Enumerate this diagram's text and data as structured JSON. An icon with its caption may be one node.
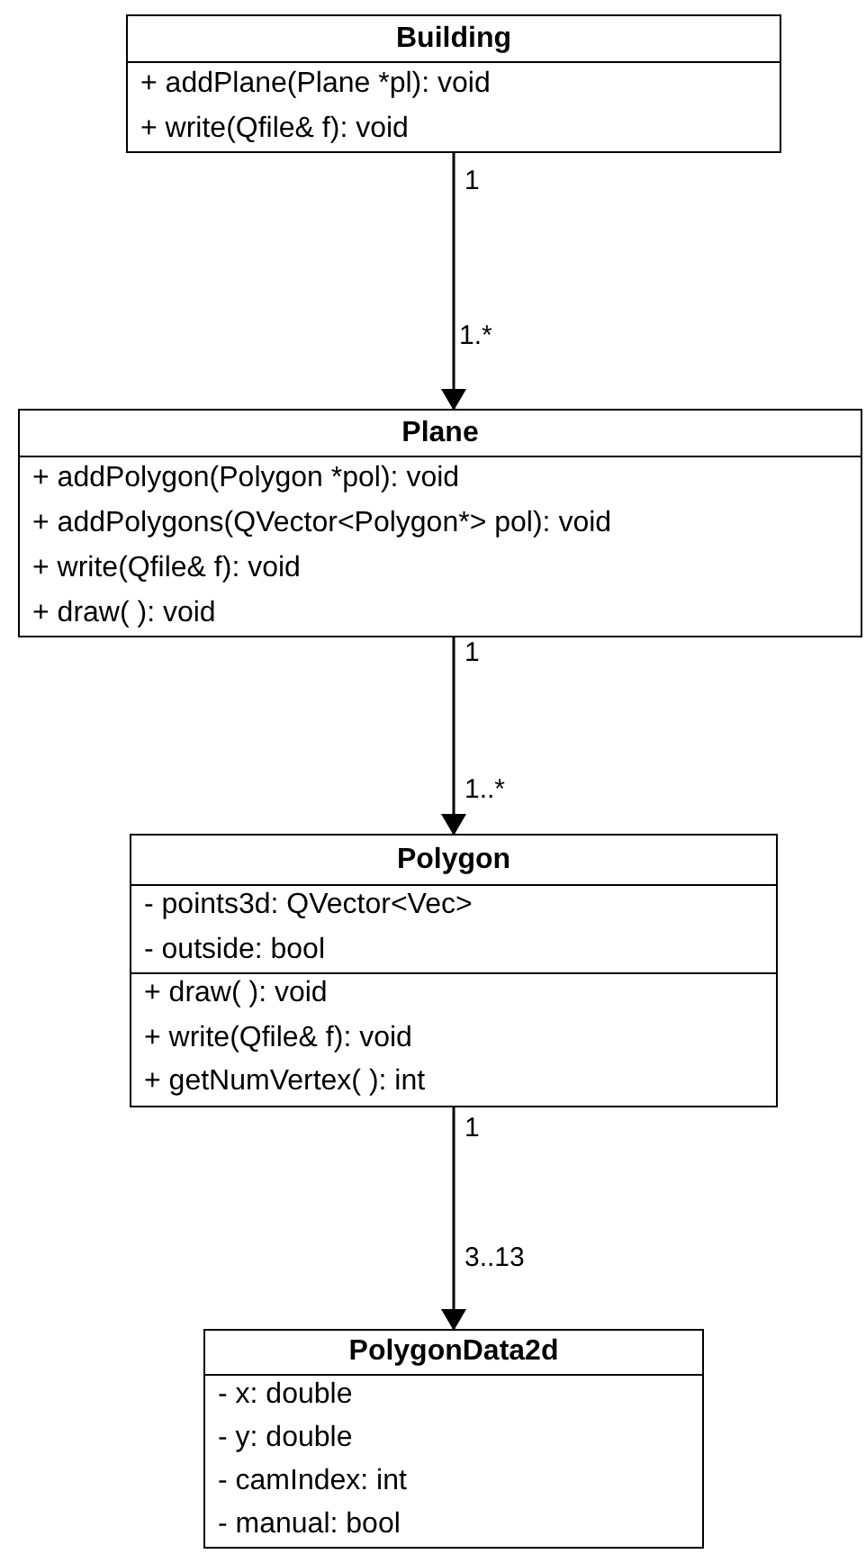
{
  "diagram": {
    "nodes": [
      {
        "text": [
          "Building",
          "+ addPlane(Plane *pl): void",
          "+ write(Qfile& f): void"
        ]
      },
      {
        "text": [
          "Plane",
          "+ addPolygon(Polygon *pol): void",
          "+ addPolygons(QVector<Polygon*>  pol): void",
          "+ write(Qfile& f): void",
          "+ draw( ): void"
        ]
      },
      {
        "text": [
          "Polygon",
          "- points3d: QVector<Vec>",
          "- outside: bool",
          "+ draw( ): void",
          "+ write(Qfile& f): void",
          "+ getNumVertex( ): int"
        ]
      },
      {
        "text": [
          "PolygonData2d",
          "- x: double",
          "- y: double",
          "- camIndex: int",
          "- manual: bool"
        ]
      }
    ],
    "edges": [
      {
        "from": 0,
        "to": 1,
        "arrow": "to"
      },
      {
        "from": 1,
        "to": 2,
        "arrow": "to"
      },
      {
        "from": 2,
        "to": 3,
        "arrow": "to"
      }
    ],
    "labels": [
      "1",
      "1.*",
      "1",
      "1..*",
      "1",
      "3..13"
    ]
  }
}
